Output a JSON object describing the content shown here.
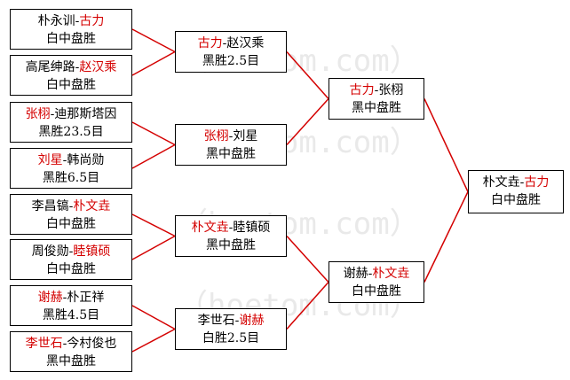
{
  "watermark": "（hoetom.com）",
  "matches": [
    {
      "id": "r1m1",
      "players": [
        {
          "name": "朴永训",
          "winner": false
        },
        {
          "name": "古力",
          "winner": true
        }
      ],
      "result": "白中盘胜"
    },
    {
      "id": "r1m2",
      "players": [
        {
          "name": "高尾绅路",
          "winner": false
        },
        {
          "name": "赵汉乘",
          "winner": true
        }
      ],
      "result": "白中盘胜"
    },
    {
      "id": "r1m3",
      "players": [
        {
          "name": "张栩",
          "winner": true
        },
        {
          "name": "迪那斯塔因",
          "winner": false
        }
      ],
      "result": "黑胜23.5目"
    },
    {
      "id": "r1m4",
      "players": [
        {
          "name": "刘星",
          "winner": true
        },
        {
          "name": "韩尚勋",
          "winner": false
        }
      ],
      "result": "黑胜6.5目"
    },
    {
      "id": "r1m5",
      "players": [
        {
          "name": "李昌镐",
          "winner": false
        },
        {
          "name": "朴文垚",
          "winner": true
        }
      ],
      "result": "白中盘胜"
    },
    {
      "id": "r1m6",
      "players": [
        {
          "name": "周俊勋",
          "winner": false
        },
        {
          "name": "睦镇硕",
          "winner": true
        }
      ],
      "result": "白中盘胜"
    },
    {
      "id": "r1m7",
      "players": [
        {
          "name": "谢赫",
          "winner": true
        },
        {
          "name": "朴正祥",
          "winner": false
        }
      ],
      "result": "黑胜4.5目"
    },
    {
      "id": "r1m8",
      "players": [
        {
          "name": "李世石",
          "winner": true
        },
        {
          "name": "今村俊也",
          "winner": false
        }
      ],
      "result": "黑中盘胜"
    },
    {
      "id": "r2m1",
      "players": [
        {
          "name": "古力",
          "winner": true
        },
        {
          "name": "赵汉乘",
          "winner": false
        }
      ],
      "result": "黑胜2.5目"
    },
    {
      "id": "r2m2",
      "players": [
        {
          "name": "张栩",
          "winner": true
        },
        {
          "name": "刘星",
          "winner": false
        }
      ],
      "result": "黑中盘胜"
    },
    {
      "id": "r2m3",
      "players": [
        {
          "name": "朴文垚",
          "winner": true
        },
        {
          "name": "睦镇硕",
          "winner": false
        }
      ],
      "result": "黑中盘胜"
    },
    {
      "id": "r2m4",
      "players": [
        {
          "name": "李世石",
          "winner": false
        },
        {
          "name": "谢赫",
          "winner": true
        }
      ],
      "result": "白胜2.5目"
    },
    {
      "id": "r3m1",
      "players": [
        {
          "name": "古力",
          "winner": true
        },
        {
          "name": "张栩",
          "winner": false
        }
      ],
      "result": "黑中盘胜"
    },
    {
      "id": "r3m2",
      "players": [
        {
          "name": "谢赫",
          "winner": false
        },
        {
          "name": "朴文垚",
          "winner": true
        }
      ],
      "result": "白中盘胜"
    },
    {
      "id": "final",
      "players": [
        {
          "name": "朴文垚",
          "winner": false
        },
        {
          "name": "古力",
          "winner": true
        }
      ],
      "result": "白中盘胜"
    }
  ],
  "colors": {
    "winner": "#d40000",
    "text": "#000000",
    "line": "#d40000",
    "watermark": "#e9e9e9"
  }
}
